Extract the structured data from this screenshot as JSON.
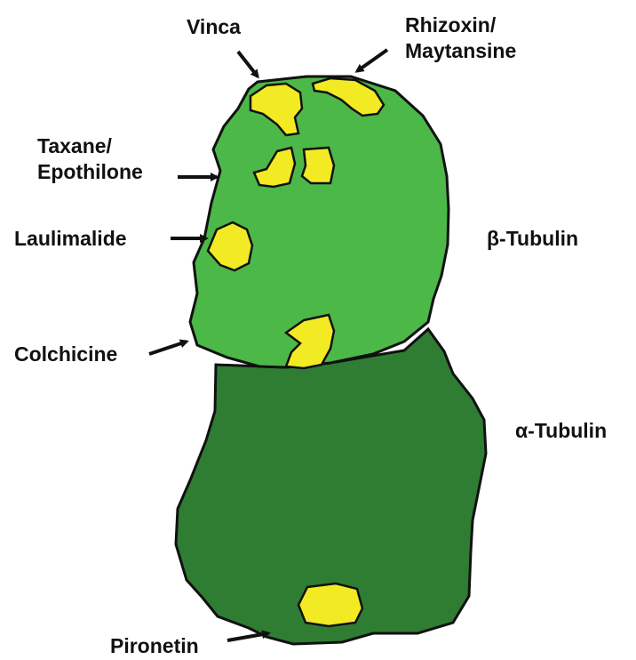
{
  "colors": {
    "beta_subunit": "#4cb848",
    "alpha_subunit": "#2f7d32",
    "binding_site": "#f2ea23",
    "outline": "#111111"
  },
  "subunits": {
    "beta": "β-Tubulin",
    "alpha": "α-Tubulin"
  },
  "binding_sites": {
    "vinca": "Vinca",
    "rhizoxin": [
      "Rhizoxin/",
      "Maytansine"
    ],
    "taxane": [
      "Taxane/",
      "Epothilone"
    ],
    "laulimalide": "Laulimalide",
    "colchicine": "Colchicine",
    "pironetin": "Pironetin"
  }
}
